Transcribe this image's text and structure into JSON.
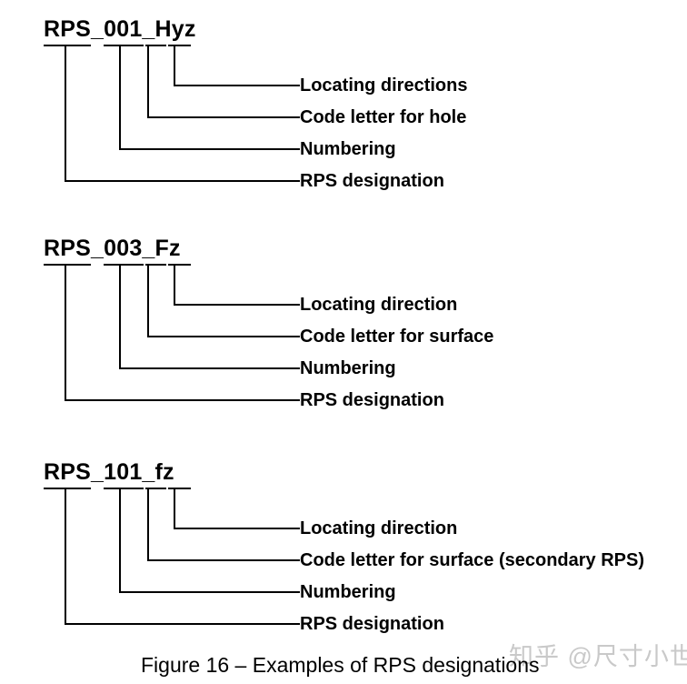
{
  "figure": {
    "caption": "Figure 16 – Examples of RPS designations",
    "watermark": "知乎 @尺寸小世界",
    "line_color": "#000000",
    "text_color": "#000000",
    "watermark_color": "#c9c9c9",
    "background_color": "#ffffff"
  },
  "blocks": [
    {
      "designation": "RPS_001_Hyz",
      "labels": [
        "Locating directions",
        "Code letter for hole",
        "Numbering",
        "RPS designation"
      ]
    },
    {
      "designation": "RPS_003_Fz",
      "labels": [
        "Locating direction",
        "Code letter for surface",
        "Numbering",
        "RPS designation"
      ]
    },
    {
      "designation": "RPS_101_fz",
      "labels": [
        "Locating direction",
        "Code letter for surface (secondary RPS)",
        "Numbering",
        "RPS designation"
      ]
    }
  ]
}
